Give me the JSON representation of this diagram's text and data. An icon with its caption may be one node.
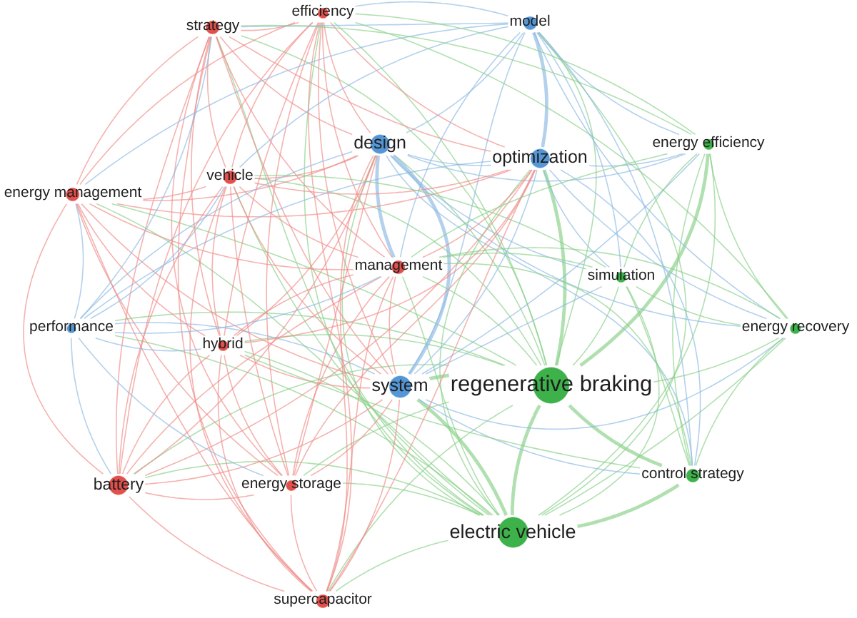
{
  "diagram": {
    "nodes": [
      {
        "text": [
          "strategy"
        ]
      },
      {
        "text": [
          "efficiency"
        ]
      },
      {
        "text": [
          "model"
        ]
      },
      {
        "text": [
          "energy management"
        ]
      },
      {
        "text": [
          "vehicle"
        ]
      },
      {
        "text": [
          "design"
        ]
      },
      {
        "text": [
          "optimization"
        ]
      },
      {
        "text": [
          "energy efficiency"
        ]
      },
      {
        "text": [
          "management"
        ]
      },
      {
        "text": [
          "simulation"
        ]
      },
      {
        "text": [
          "performance"
        ]
      },
      {
        "text": [
          "hybrid"
        ]
      },
      {
        "text": [
          "energy recovery"
        ]
      },
      {
        "text": [
          "system"
        ]
      },
      {
        "text": [
          "regenerative braking"
        ]
      },
      {
        "text": [
          "battery"
        ]
      },
      {
        "text": [
          "energy storage"
        ]
      },
      {
        "text": [
          "control strategy"
        ]
      },
      {
        "text": [
          "electric vehicle"
        ]
      },
      {
        "text": [
          "supercapacitor"
        ]
      }
    ],
    "edges": [
      {
        "from": 14,
        "to": 0,
        "arrow": "none",
        "color": "#86cf86"
      },
      {
        "from": 14,
        "to": 1,
        "arrow": "none",
        "color": "#86cf86"
      },
      {
        "from": 14,
        "to": 2,
        "arrow": "none",
        "color": "#86cf86"
      },
      {
        "from": 14,
        "to": 3,
        "arrow": "none",
        "color": "#86cf86"
      },
      {
        "from": 14,
        "to": 4,
        "arrow": "none",
        "color": "#86cf86"
      },
      {
        "from": 14,
        "to": 5,
        "arrow": "none",
        "color": "#86cf86"
      },
      {
        "from": 14,
        "to": 6,
        "arrow": "none",
        "color": "#86cf86",
        "style": "thick"
      },
      {
        "from": 14,
        "to": 7,
        "arrow": "none",
        "color": "#86cf86",
        "style": "thick"
      },
      {
        "from": 14,
        "to": 8,
        "arrow": "none",
        "color": "#86cf86"
      },
      {
        "from": 14,
        "to": 9,
        "arrow": "none",
        "color": "#86cf86"
      },
      {
        "from": 14,
        "to": 10,
        "arrow": "none",
        "color": "#86cf86"
      },
      {
        "from": 14,
        "to": 11,
        "arrow": "none",
        "color": "#86cf86"
      },
      {
        "from": 14,
        "to": 12,
        "arrow": "none",
        "color": "#86cf86"
      },
      {
        "from": 14,
        "to": 13,
        "arrow": "none",
        "color": "#86cf86",
        "style": "thick"
      },
      {
        "from": 14,
        "to": 15,
        "arrow": "none",
        "color": "#86cf86"
      },
      {
        "from": 14,
        "to": 16,
        "arrow": "none",
        "color": "#86cf86"
      },
      {
        "from": 14,
        "to": 17,
        "arrow": "none",
        "color": "#86cf86",
        "style": "thick"
      },
      {
        "from": 14,
        "to": 18,
        "arrow": "none",
        "color": "#86cf86",
        "style": "thick"
      },
      {
        "from": 14,
        "to": 19,
        "arrow": "none",
        "color": "#86cf86"
      },
      {
        "from": 18,
        "to": 0,
        "arrow": "none",
        "color": "#86cf86"
      },
      {
        "from": 18,
        "to": 1,
        "arrow": "none",
        "color": "#86cf86"
      },
      {
        "from": 18,
        "to": 2,
        "arrow": "none",
        "color": "#86cf86"
      },
      {
        "from": 18,
        "to": 3,
        "arrow": "none",
        "color": "#86cf86"
      },
      {
        "from": 18,
        "to": 4,
        "arrow": "none",
        "color": "#86cf86"
      },
      {
        "from": 18,
        "to": 5,
        "arrow": "none",
        "color": "#86cf86"
      },
      {
        "from": 18,
        "to": 6,
        "arrow": "none",
        "color": "#86cf86"
      },
      {
        "from": 18,
        "to": 7,
        "arrow": "none",
        "color": "#86cf86"
      },
      {
        "from": 18,
        "to": 8,
        "arrow": "none",
        "color": "#86cf86"
      },
      {
        "from": 18,
        "to": 9,
        "arrow": "none",
        "color": "#86cf86"
      },
      {
        "from": 18,
        "to": 10,
        "arrow": "none",
        "color": "#86cf86"
      },
      {
        "from": 18,
        "to": 11,
        "arrow": "none",
        "color": "#86cf86"
      },
      {
        "from": 18,
        "to": 12,
        "arrow": "none",
        "color": "#86cf86"
      },
      {
        "from": 18,
        "to": 13,
        "arrow": "none",
        "color": "#86cf86",
        "style": "thick"
      },
      {
        "from": 18,
        "to": 15,
        "arrow": "none",
        "color": "#86cf86"
      },
      {
        "from": 18,
        "to": 16,
        "arrow": "none",
        "color": "#86cf86"
      },
      {
        "from": 18,
        "to": 17,
        "arrow": "none",
        "color": "#86cf86",
        "style": "thick"
      },
      {
        "from": 18,
        "to": 19,
        "arrow": "none",
        "color": "#86cf86"
      },
      {
        "from": 0,
        "to": 13,
        "arrow": "none",
        "color": "#ee8a85"
      },
      {
        "from": 1,
        "to": 13,
        "arrow": "none",
        "color": "#ee8a85"
      },
      {
        "from": 3,
        "to": 13,
        "arrow": "none",
        "color": "#ee8a85"
      },
      {
        "from": 4,
        "to": 13,
        "arrow": "none",
        "color": "#ee8a85"
      },
      {
        "from": 8,
        "to": 13,
        "arrow": "none",
        "color": "#ee8a85"
      },
      {
        "from": 11,
        "to": 13,
        "arrow": "none",
        "color": "#ee8a85"
      },
      {
        "from": 15,
        "to": 13,
        "arrow": "none",
        "color": "#ee8a85"
      },
      {
        "from": 16,
        "to": 13,
        "arrow": "none",
        "color": "#ee8a85"
      },
      {
        "from": 19,
        "to": 13,
        "arrow": "none",
        "color": "#ee8a85"
      },
      {
        "from": 13,
        "to": 2,
        "arrow": "none",
        "color": "#8ab9e2"
      },
      {
        "from": 13,
        "to": 5,
        "arrow": "none",
        "color": "#8ab9e2",
        "style": "thick"
      },
      {
        "from": 13,
        "to": 6,
        "arrow": "none",
        "color": "#8ab9e2"
      },
      {
        "from": 13,
        "to": 10,
        "arrow": "none",
        "color": "#8ab9e2"
      },
      {
        "from": 13,
        "to": 7,
        "arrow": "none",
        "color": "#8ab9e2"
      },
      {
        "from": 13,
        "to": 9,
        "arrow": "none",
        "color": "#8ab9e2"
      },
      {
        "from": 13,
        "to": 12,
        "arrow": "none",
        "color": "#8ab9e2"
      },
      {
        "from": 13,
        "to": 17,
        "arrow": "none",
        "color": "#8ab9e2"
      },
      {
        "from": 0,
        "to": 5,
        "arrow": "none",
        "color": "#ee8a85"
      },
      {
        "from": 1,
        "to": 5,
        "arrow": "none",
        "color": "#ee8a85"
      },
      {
        "from": 3,
        "to": 5,
        "arrow": "none",
        "color": "#ee8a85"
      },
      {
        "from": 4,
        "to": 5,
        "arrow": "none",
        "color": "#ee8a85"
      },
      {
        "from": 5,
        "to": 8,
        "arrow": "none",
        "color": "#8ab9e2",
        "style": "thick"
      },
      {
        "from": 11,
        "to": 5,
        "arrow": "none",
        "color": "#ee8a85"
      },
      {
        "from": 15,
        "to": 5,
        "arrow": "none",
        "color": "#ee8a85"
      },
      {
        "from": 16,
        "to": 5,
        "arrow": "none",
        "color": "#ee8a85"
      },
      {
        "from": 19,
        "to": 5,
        "arrow": "none",
        "color": "#ee8a85"
      },
      {
        "from": 5,
        "to": 2,
        "arrow": "none",
        "color": "#8ab9e2"
      },
      {
        "from": 5,
        "to": 6,
        "arrow": "none",
        "color": "#8ab9e2"
      },
      {
        "from": 5,
        "to": 10,
        "arrow": "none",
        "color": "#8ab9e2"
      },
      {
        "from": 5,
        "to": 7,
        "arrow": "none",
        "color": "#8ab9e2"
      },
      {
        "from": 5,
        "to": 9,
        "arrow": "none",
        "color": "#8ab9e2"
      },
      {
        "from": 5,
        "to": 12,
        "arrow": "none",
        "color": "#8ab9e2"
      },
      {
        "from": 5,
        "to": 17,
        "arrow": "none",
        "color": "#8ab9e2"
      },
      {
        "from": 0,
        "to": 6,
        "arrow": "none",
        "color": "#ee8a85"
      },
      {
        "from": 1,
        "to": 6,
        "arrow": "none",
        "color": "#ee8a85"
      },
      {
        "from": 3,
        "to": 6,
        "arrow": "none",
        "color": "#ee8a85"
      },
      {
        "from": 4,
        "to": 6,
        "arrow": "none",
        "color": "#ee8a85"
      },
      {
        "from": 8,
        "to": 6,
        "arrow": "none",
        "color": "#ee8a85"
      },
      {
        "from": 11,
        "to": 6,
        "arrow": "none",
        "color": "#ee8a85"
      },
      {
        "from": 15,
        "to": 6,
        "arrow": "none",
        "color": "#ee8a85"
      },
      {
        "from": 16,
        "to": 6,
        "arrow": "none",
        "color": "#ee8a85"
      },
      {
        "from": 19,
        "to": 6,
        "arrow": "none",
        "color": "#ee8a85"
      },
      {
        "from": 6,
        "to": 2,
        "arrow": "none",
        "color": "#8ab9e2",
        "style": "thick"
      },
      {
        "from": 6,
        "to": 10,
        "arrow": "none",
        "color": "#8ab9e2"
      },
      {
        "from": 6,
        "to": 7,
        "arrow": "none",
        "color": "#8ab9e2"
      },
      {
        "from": 6,
        "to": 9,
        "arrow": "none",
        "color": "#8ab9e2"
      },
      {
        "from": 6,
        "to": 12,
        "arrow": "none",
        "color": "#8ab9e2"
      },
      {
        "from": 6,
        "to": 17,
        "arrow": "none",
        "color": "#8ab9e2"
      },
      {
        "from": 0,
        "to": 1,
        "arrow": "none",
        "color": "#ee8a85"
      },
      {
        "from": 0,
        "to": 3,
        "arrow": "none",
        "color": "#ee8a85"
      },
      {
        "from": 0,
        "to": 4,
        "arrow": "none",
        "color": "#ee8a85"
      },
      {
        "from": 0,
        "to": 8,
        "arrow": "none",
        "color": "#ee8a85"
      },
      {
        "from": 0,
        "to": 11,
        "arrow": "none",
        "color": "#ee8a85"
      },
      {
        "from": 0,
        "to": 15,
        "arrow": "none",
        "color": "#ee8a85"
      },
      {
        "from": 0,
        "to": 16,
        "arrow": "none",
        "color": "#ee8a85"
      },
      {
        "from": 0,
        "to": 19,
        "arrow": "none",
        "color": "#ee8a85"
      },
      {
        "from": 1,
        "to": 3,
        "arrow": "none",
        "color": "#ee8a85"
      },
      {
        "from": 1,
        "to": 4,
        "arrow": "none",
        "color": "#ee8a85"
      },
      {
        "from": 1,
        "to": 8,
        "arrow": "none",
        "color": "#ee8a85"
      },
      {
        "from": 1,
        "to": 11,
        "arrow": "none",
        "color": "#ee8a85"
      },
      {
        "from": 1,
        "to": 15,
        "arrow": "none",
        "color": "#ee8a85"
      },
      {
        "from": 1,
        "to": 16,
        "arrow": "none",
        "color": "#ee8a85"
      },
      {
        "from": 1,
        "to": 19,
        "arrow": "none",
        "color": "#ee8a85"
      },
      {
        "from": 3,
        "to": 4,
        "arrow": "none",
        "color": "#ee8a85"
      },
      {
        "from": 3,
        "to": 8,
        "arrow": "none",
        "color": "#ee8a85"
      },
      {
        "from": 3,
        "to": 11,
        "arrow": "none",
        "color": "#ee8a85"
      },
      {
        "from": 3,
        "to": 15,
        "arrow": "none",
        "color": "#ee8a85"
      },
      {
        "from": 3,
        "to": 16,
        "arrow": "none",
        "color": "#ee8a85"
      },
      {
        "from": 3,
        "to": 19,
        "arrow": "none",
        "color": "#ee8a85"
      },
      {
        "from": 4,
        "to": 8,
        "arrow": "none",
        "color": "#ee8a85"
      },
      {
        "from": 4,
        "to": 11,
        "arrow": "none",
        "color": "#ee8a85"
      },
      {
        "from": 4,
        "to": 15,
        "arrow": "none",
        "color": "#ee8a85"
      },
      {
        "from": 4,
        "to": 16,
        "arrow": "none",
        "color": "#ee8a85"
      },
      {
        "from": 4,
        "to": 19,
        "arrow": "none",
        "color": "#ee8a85"
      },
      {
        "from": 8,
        "to": 11,
        "arrow": "none",
        "color": "#ee8a85"
      },
      {
        "from": 8,
        "to": 15,
        "arrow": "none",
        "color": "#ee8a85"
      },
      {
        "from": 8,
        "to": 16,
        "arrow": "none",
        "color": "#ee8a85"
      },
      {
        "from": 8,
        "to": 19,
        "arrow": "none",
        "color": "#ee8a85"
      },
      {
        "from": 11,
        "to": 15,
        "arrow": "none",
        "color": "#ee8a85"
      },
      {
        "from": 11,
        "to": 16,
        "arrow": "none",
        "color": "#ee8a85"
      },
      {
        "from": 11,
        "to": 19,
        "arrow": "none",
        "color": "#ee8a85"
      },
      {
        "from": 15,
        "to": 16,
        "arrow": "none",
        "color": "#ee8a85"
      },
      {
        "from": 15,
        "to": 19,
        "arrow": "none",
        "color": "#ee8a85"
      },
      {
        "from": 16,
        "to": 19,
        "arrow": "none",
        "color": "#ee8a85"
      },
      {
        "from": 2,
        "to": 0,
        "arrow": "none",
        "color": "#8ab9e2"
      },
      {
        "from": 2,
        "to": 1,
        "arrow": "none",
        "color": "#8ab9e2"
      },
      {
        "from": 2,
        "to": 3,
        "arrow": "none",
        "color": "#8ab9e2"
      },
      {
        "from": 2,
        "to": 4,
        "arrow": "none",
        "color": "#8ab9e2"
      },
      {
        "from": 2,
        "to": 7,
        "arrow": "none",
        "color": "#8ab9e2"
      },
      {
        "from": 2,
        "to": 8,
        "arrow": "none",
        "color": "#8ab9e2"
      },
      {
        "from": 2,
        "to": 9,
        "arrow": "none",
        "color": "#8ab9e2"
      },
      {
        "from": 2,
        "to": 12,
        "arrow": "none",
        "color": "#8ab9e2"
      },
      {
        "from": 2,
        "to": 17,
        "arrow": "none",
        "color": "#8ab9e2"
      },
      {
        "from": 10,
        "to": 3,
        "arrow": "none",
        "color": "#8ab9e2"
      },
      {
        "from": 10,
        "to": 15,
        "arrow": "none",
        "color": "#8ab9e2"
      },
      {
        "from": 10,
        "to": 11,
        "arrow": "none",
        "color": "#8ab9e2"
      },
      {
        "from": 10,
        "to": 4,
        "arrow": "none",
        "color": "#8ab9e2"
      },
      {
        "from": 10,
        "to": 0,
        "arrow": "none",
        "color": "#8ab9e2"
      },
      {
        "from": 10,
        "to": 8,
        "arrow": "none",
        "color": "#8ab9e2"
      },
      {
        "from": 10,
        "to": 16,
        "arrow": "none",
        "color": "#8ab9e2"
      },
      {
        "from": 7,
        "to": 9,
        "arrow": "none",
        "color": "#86cf86"
      },
      {
        "from": 7,
        "to": 12,
        "arrow": "none",
        "color": "#86cf86"
      },
      {
        "from": 7,
        "to": 17,
        "arrow": "none",
        "color": "#86cf86"
      },
      {
        "from": 9,
        "to": 12,
        "arrow": "none",
        "color": "#86cf86"
      },
      {
        "from": 9,
        "to": 17,
        "arrow": "none",
        "color": "#86cf86"
      },
      {
        "from": 12,
        "to": 17,
        "arrow": "none",
        "color": "#86cf86"
      },
      {
        "from": 7,
        "to": 0,
        "arrow": "none",
        "color": "#86cf86"
      },
      {
        "from": 7,
        "to": 1,
        "arrow": "none",
        "color": "#86cf86"
      },
      {
        "from": 7,
        "to": 8,
        "arrow": "none",
        "color": "#86cf86"
      },
      {
        "from": 9,
        "to": 8,
        "arrow": "none",
        "color": "#86cf86"
      },
      {
        "from": 9,
        "to": 4,
        "arrow": "none",
        "color": "#86cf86"
      },
      {
        "from": 12,
        "to": 8,
        "arrow": "none",
        "color": "#86cf86"
      },
      {
        "from": 17,
        "to": 8,
        "arrow": "none",
        "color": "#86cf86"
      },
      {
        "from": 12,
        "to": 1,
        "arrow": "none",
        "color": "#86cf86"
      },
      {
        "from": 17,
        "to": 11,
        "arrow": "none",
        "color": "#86cf86"
      }
    ]
  }
}
